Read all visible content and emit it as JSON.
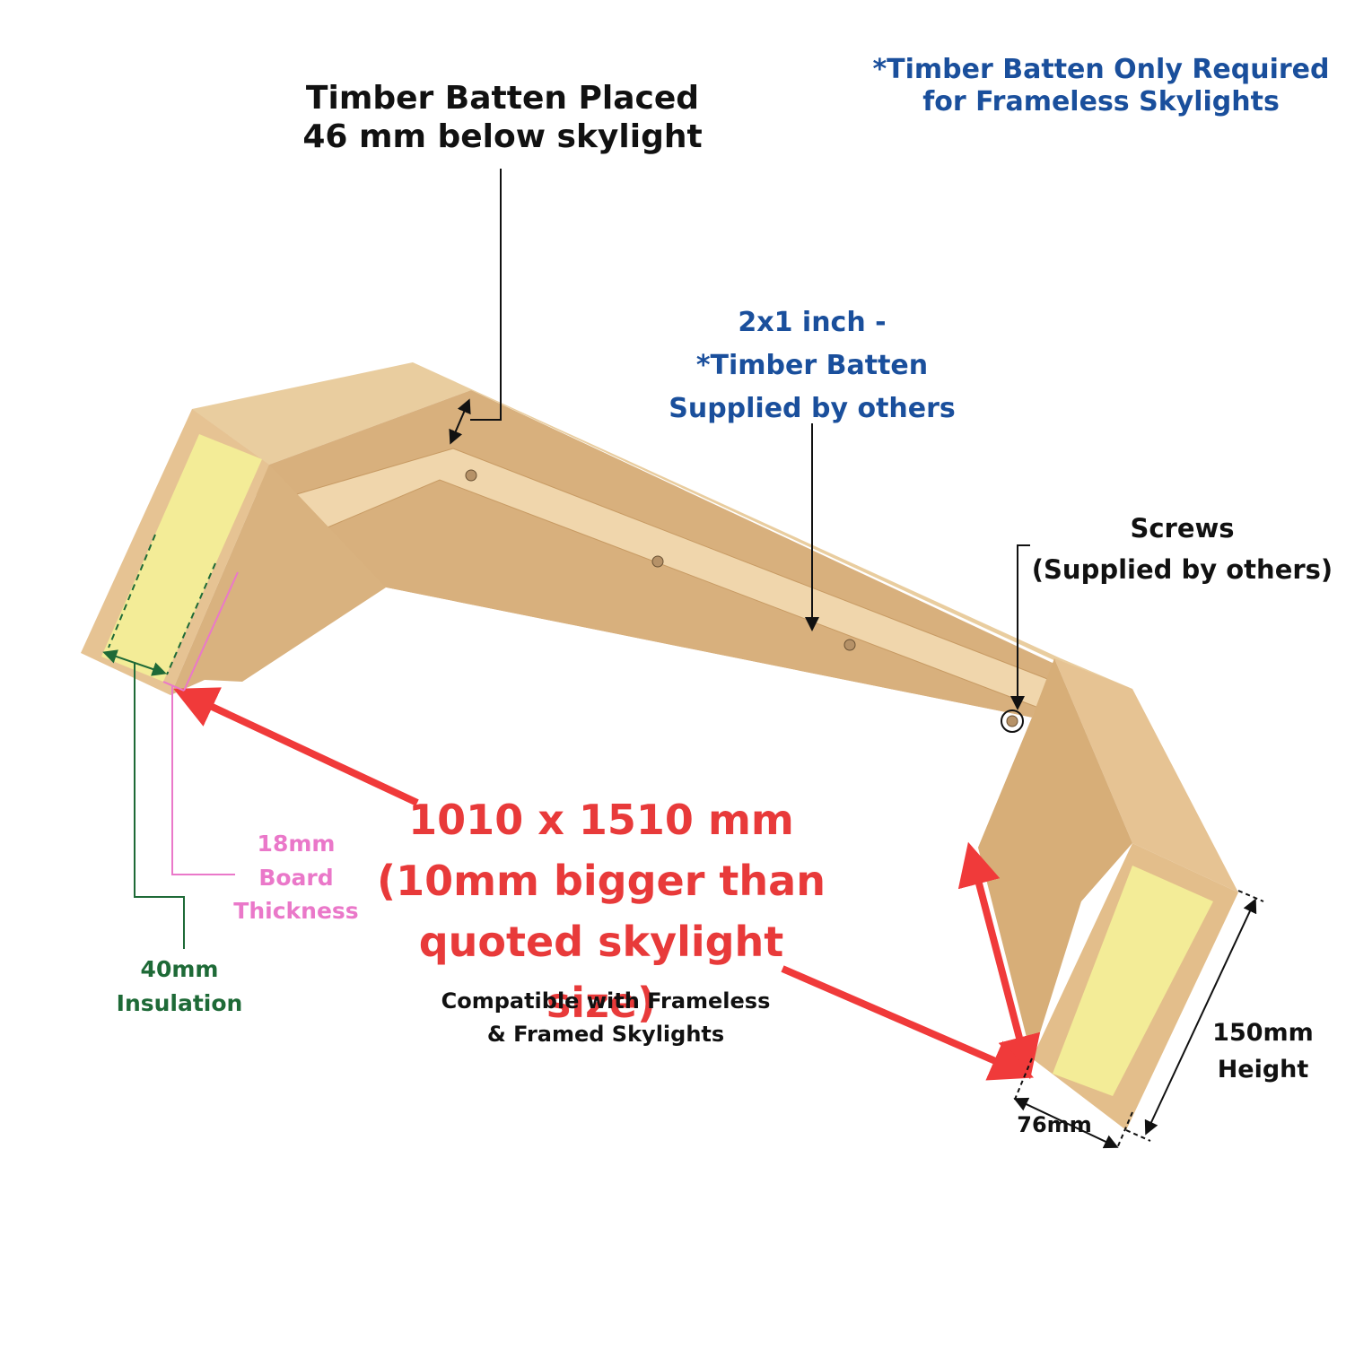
{
  "labels": {
    "batten_placed": [
      "Timber Batten Placed",
      "46 mm below skylight"
    ],
    "batten_note": [
      "*Timber Batten Only Required",
      "for Frameless Skylights"
    ],
    "batten_spec": [
      "2x1 inch -",
      "*Timber Batten",
      "Supplied by others"
    ],
    "screws": [
      "Screws",
      "(Supplied by others)"
    ],
    "dimension": [
      "1010 x 1510 mm",
      "(10mm bigger than",
      "quoted skylight size)"
    ],
    "compatible": [
      "Compatible with Frameless",
      "& Framed Skylights"
    ],
    "board": [
      "18mm",
      "Board",
      "Thickness"
    ],
    "insulation": [
      "40mm",
      "Insulation"
    ],
    "height": [
      "150mm",
      "Height"
    ],
    "width": "76mm"
  },
  "colors": {
    "black_text": "#111111",
    "blue_text": "#1a4f9c",
    "red_text": "#e83a3a",
    "green_text": "#1e6a37",
    "pink_text": "#ea78c9",
    "plywood": "#e6c393",
    "plywood_dark": "#d2a871",
    "insulation": "#f3ec97"
  }
}
